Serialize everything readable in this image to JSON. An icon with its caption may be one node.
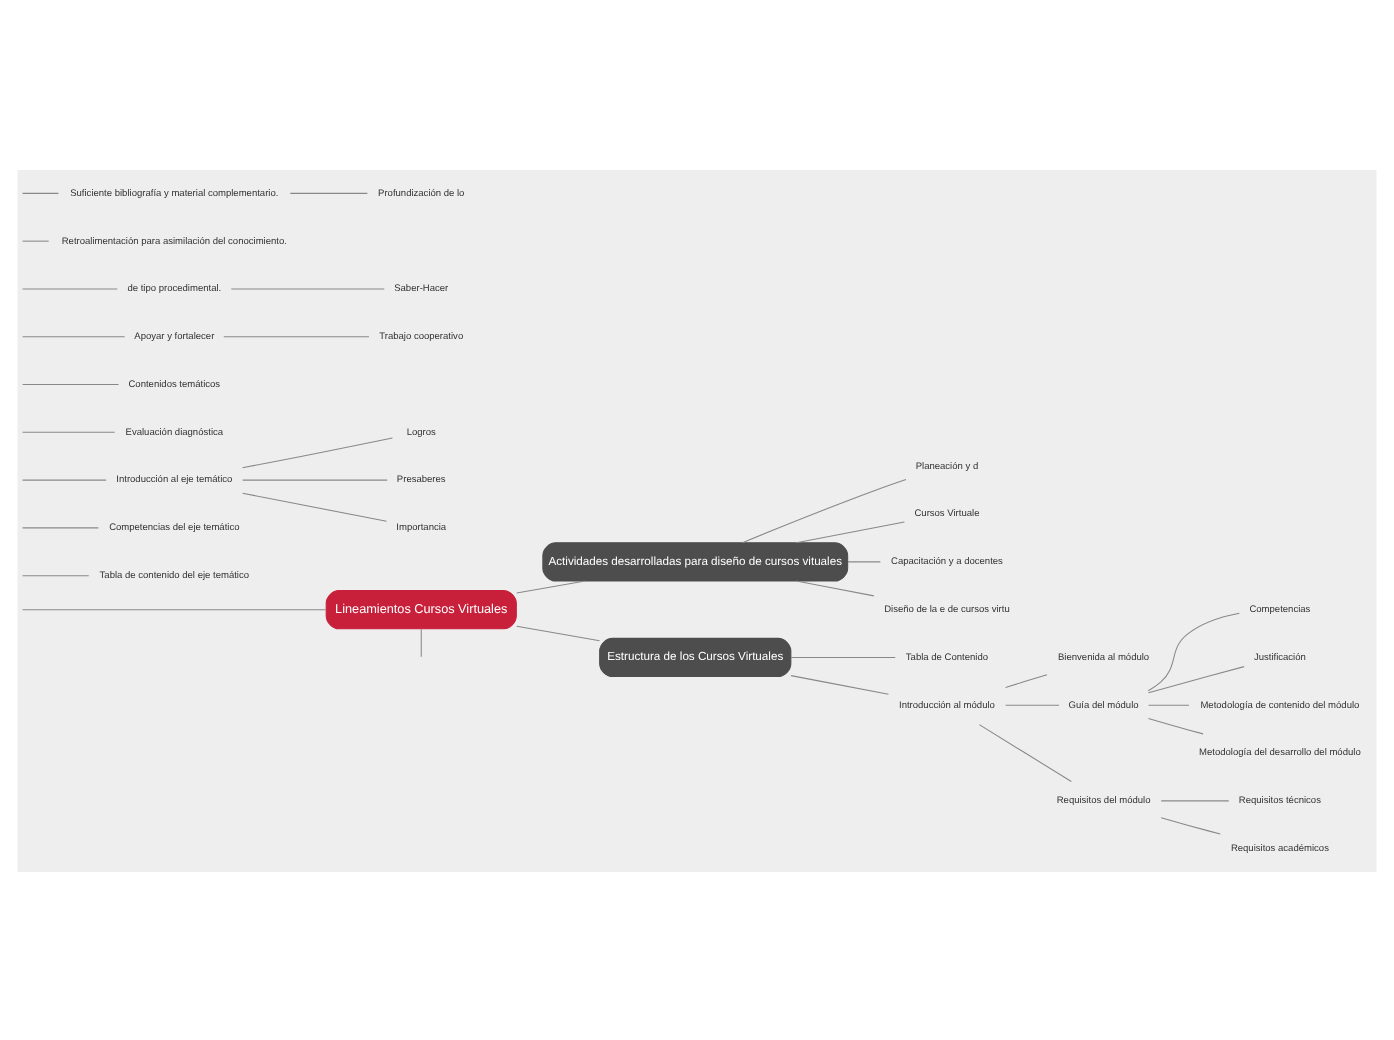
{
  "diagram": {
    "nodes": [
      {
        "text": [
          "Lineamientos Cursos Virtuales"
        ]
      },
      {
        "text": [
          "Actividades desarrolladas para diseño de cursos vituales"
        ]
      },
      {
        "text": [
          "Planeación y d"
        ]
      },
      {
        "text": [
          "Cursos Virtuale"
        ]
      },
      {
        "text": [
          "Capacitación y a docentes"
        ]
      },
      {
        "text": [
          "Diseño de la e de cursos virtu"
        ]
      },
      {
        "text": [
          "Estructura de los Cursos Virtuales"
        ]
      },
      {
        "text": [
          "Tabla de Contenido"
        ]
      },
      {
        "text": [
          "Introducción al módulo"
        ]
      },
      {
        "text": [
          "Bienvenida al módulo"
        ]
      },
      {
        "text": [
          "Guía del módulo"
        ]
      },
      {
        "text": [
          "Competencias"
        ]
      },
      {
        "text": [
          "Justificación"
        ]
      },
      {
        "text": [
          "Metodología de contenido del módulo"
        ]
      },
      {
        "text": [
          "Metodología del desarrollo del módulo"
        ]
      },
      {
        "text": [
          "Requisitos del módulo"
        ]
      },
      {
        "text": [
          "Requisitos técnicos"
        ]
      },
      {
        "text": [
          "Requisitos académicos"
        ]
      },
      {
        "text": [
          "Tabla de contenido del eje temático"
        ]
      },
      {
        "text": [
          "Competencias del eje temático"
        ]
      },
      {
        "text": [
          "Introducción al eje temático"
        ]
      },
      {
        "text": [
          "Logros"
        ]
      },
      {
        "text": [
          "Presaberes"
        ]
      },
      {
        "text": [
          "Importancia"
        ]
      },
      {
        "text": [
          "Evaluación diagnóstica"
        ]
      },
      {
        "text": [
          "Contenidos temáticos"
        ]
      },
      {
        "text": [
          "Trabajo cooperativo"
        ]
      },
      {
        "text": [
          "Apoyar y fortalecer"
        ]
      },
      {
        "text": [
          "de tipo procedimental."
        ]
      },
      {
        "text": [
          "Saber-Hacer"
        ]
      },
      {
        "text": [
          "Retroalimentación para asimilación del conocimiento."
        ]
      },
      {
        "text": [
          "Suficiente bibliografía y material complementario."
        ]
      },
      {
        "text": [
          "Profundización de lo"
        ]
      }
    ],
    "edges": [
      {
        "from": 0,
        "to": 1,
        "arrow": "none"
      },
      {
        "from": 0,
        "to": 6,
        "arrow": "none"
      },
      {
        "from": 0,
        "to": null,
        "arrow": "none"
      },
      {
        "from": 0,
        "to": null,
        "arrow": "none"
      },
      {
        "from": 1,
        "to": 2,
        "arrow": "none"
      },
      {
        "from": 1,
        "to": 3,
        "arrow": "none"
      },
      {
        "from": 1,
        "to": 4,
        "arrow": "none"
      },
      {
        "from": 1,
        "to": 5,
        "arrow": "none"
      },
      {
        "from": 6,
        "to": 7,
        "arrow": "none"
      },
      {
        "from": 6,
        "to": 8,
        "arrow": "none"
      },
      {
        "from": 8,
        "to": 9,
        "arrow": "none"
      },
      {
        "from": 8,
        "to": 10,
        "arrow": "none"
      },
      {
        "from": 10,
        "to": 11,
        "arrow": "none"
      },
      {
        "from": 10,
        "to": 12,
        "arrow": "none"
      },
      {
        "from": 10,
        "to": 13,
        "arrow": "none"
      },
      {
        "from": 10,
        "to": 14,
        "arrow": "none"
      },
      {
        "from": 8,
        "to": 15,
        "arrow": "none"
      },
      {
        "from": 15,
        "to": 16,
        "arrow": "none"
      },
      {
        "from": 15,
        "to": 17,
        "arrow": "none"
      },
      {
        "from": null,
        "to": 18,
        "arrow": "none"
      },
      {
        "from": null,
        "to": 19,
        "arrow": "none"
      },
      {
        "from": null,
        "to": 20,
        "arrow": "none"
      },
      {
        "from": 20,
        "to": 21,
        "arrow": "none"
      },
      {
        "from": 20,
        "to": 22,
        "arrow": "none"
      },
      {
        "from": 20,
        "to": 23,
        "arrow": "none"
      },
      {
        "from": null,
        "to": 24,
        "arrow": "none"
      },
      {
        "from": null,
        "to": 25,
        "arrow": "none"
      },
      {
        "from": null,
        "to": 27,
        "arrow": "none"
      },
      {
        "from": 27,
        "to": 26,
        "arrow": "none"
      },
      {
        "from": null,
        "to": 28,
        "arrow": "none"
      },
      {
        "from": 28,
        "to": 29,
        "arrow": "none"
      },
      {
        "from": null,
        "to": 30,
        "arrow": "none"
      },
      {
        "from": null,
        "to": 31,
        "arrow": "none"
      },
      {
        "from": 31,
        "to": 32,
        "arrow": "none"
      }
    ]
  }
}
